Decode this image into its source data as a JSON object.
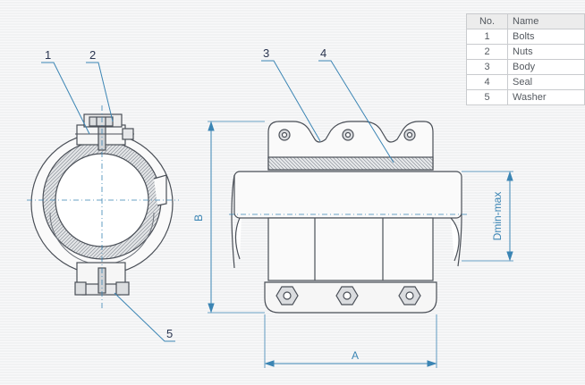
{
  "table": {
    "headers": {
      "no": "No.",
      "name": "Name"
    },
    "rows": [
      {
        "no": "1",
        "name": "Bolts"
      },
      {
        "no": "2",
        "name": "Nuts"
      },
      {
        "no": "3",
        "name": "Body"
      },
      {
        "no": "4",
        "name": "Seal"
      },
      {
        "no": "5",
        "name": "Washer"
      }
    ]
  },
  "callouts": [
    "1",
    "2",
    "3",
    "4",
    "5"
  ],
  "dimensions": {
    "a": "A",
    "b": "B",
    "d": "Dmin-max"
  },
  "colors": {
    "outline": "#4a4f57",
    "leader": "#3b85b4",
    "label": "#2a3550",
    "background": "#f1f2f3"
  }
}
